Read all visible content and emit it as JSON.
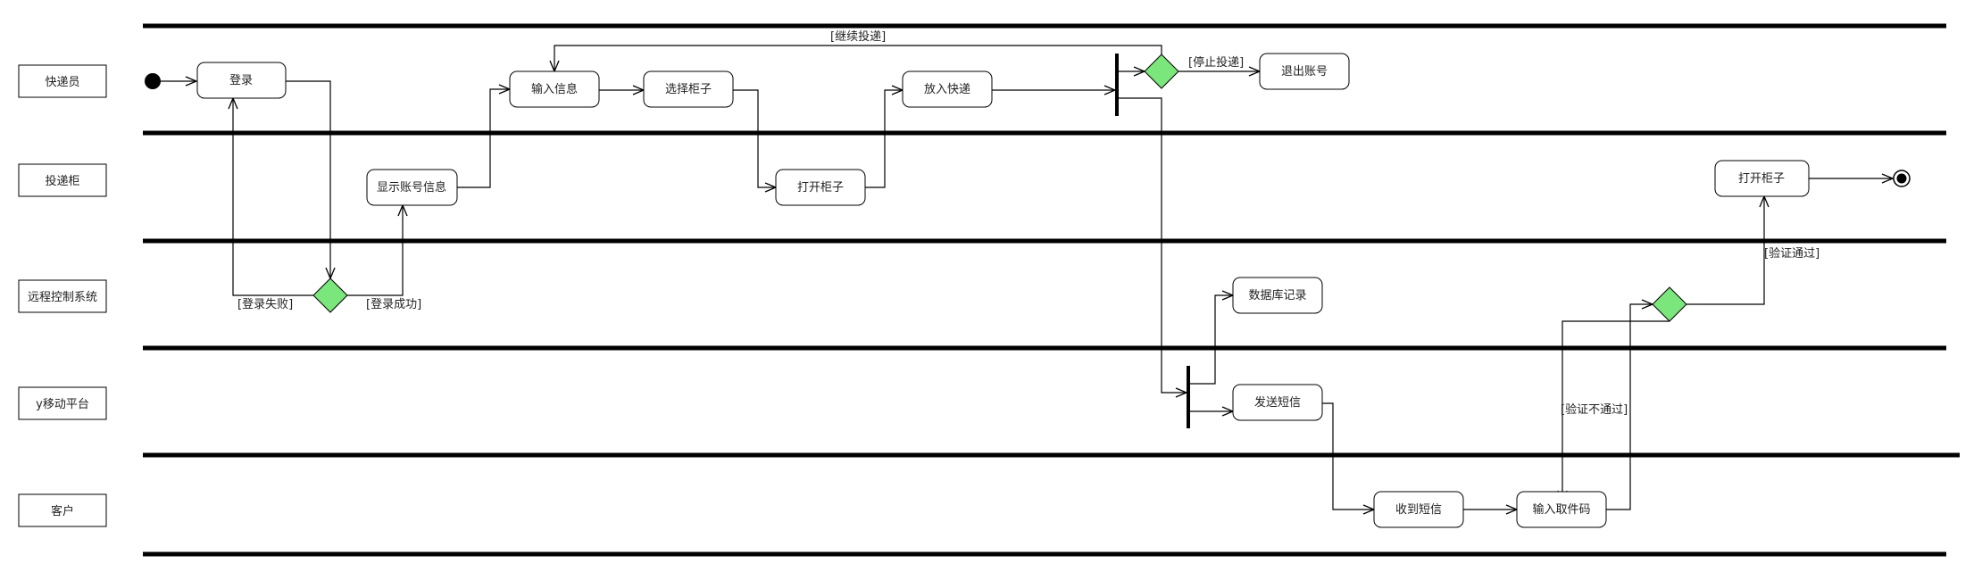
{
  "lanes": [
    {
      "id": "courier",
      "label": "快递员"
    },
    {
      "id": "locker",
      "label": "投递柜"
    },
    {
      "id": "remote",
      "label": "远程控制系统"
    },
    {
      "id": "mobile",
      "label": "y移动平台"
    },
    {
      "id": "customer",
      "label": "客户"
    }
  ],
  "activities": {
    "login": "登录",
    "input_info": "输入信息",
    "select_cabinet": "选择柜子",
    "put_package": "放入快递",
    "logout": "退出账号",
    "show_account": "显示账号信息",
    "open_cabinet_1": "打开柜子",
    "open_cabinet_2": "打开柜子",
    "db_record": "数据库记录",
    "send_sms": "发送短信",
    "receive_sms": "收到短信",
    "enter_code": "输入取件码"
  },
  "guards": {
    "continue_delivery": "[继续投递]",
    "stop_delivery": "[停止投递]",
    "login_fail": "[登录失败]",
    "login_success": "[登录成功]",
    "verify_pass": "[验证通过]",
    "verify_fail": "[验证不通过]"
  },
  "colors": {
    "line": "#000000",
    "decision_fill": "#7be67b",
    "node_fill": "#ffffff"
  }
}
